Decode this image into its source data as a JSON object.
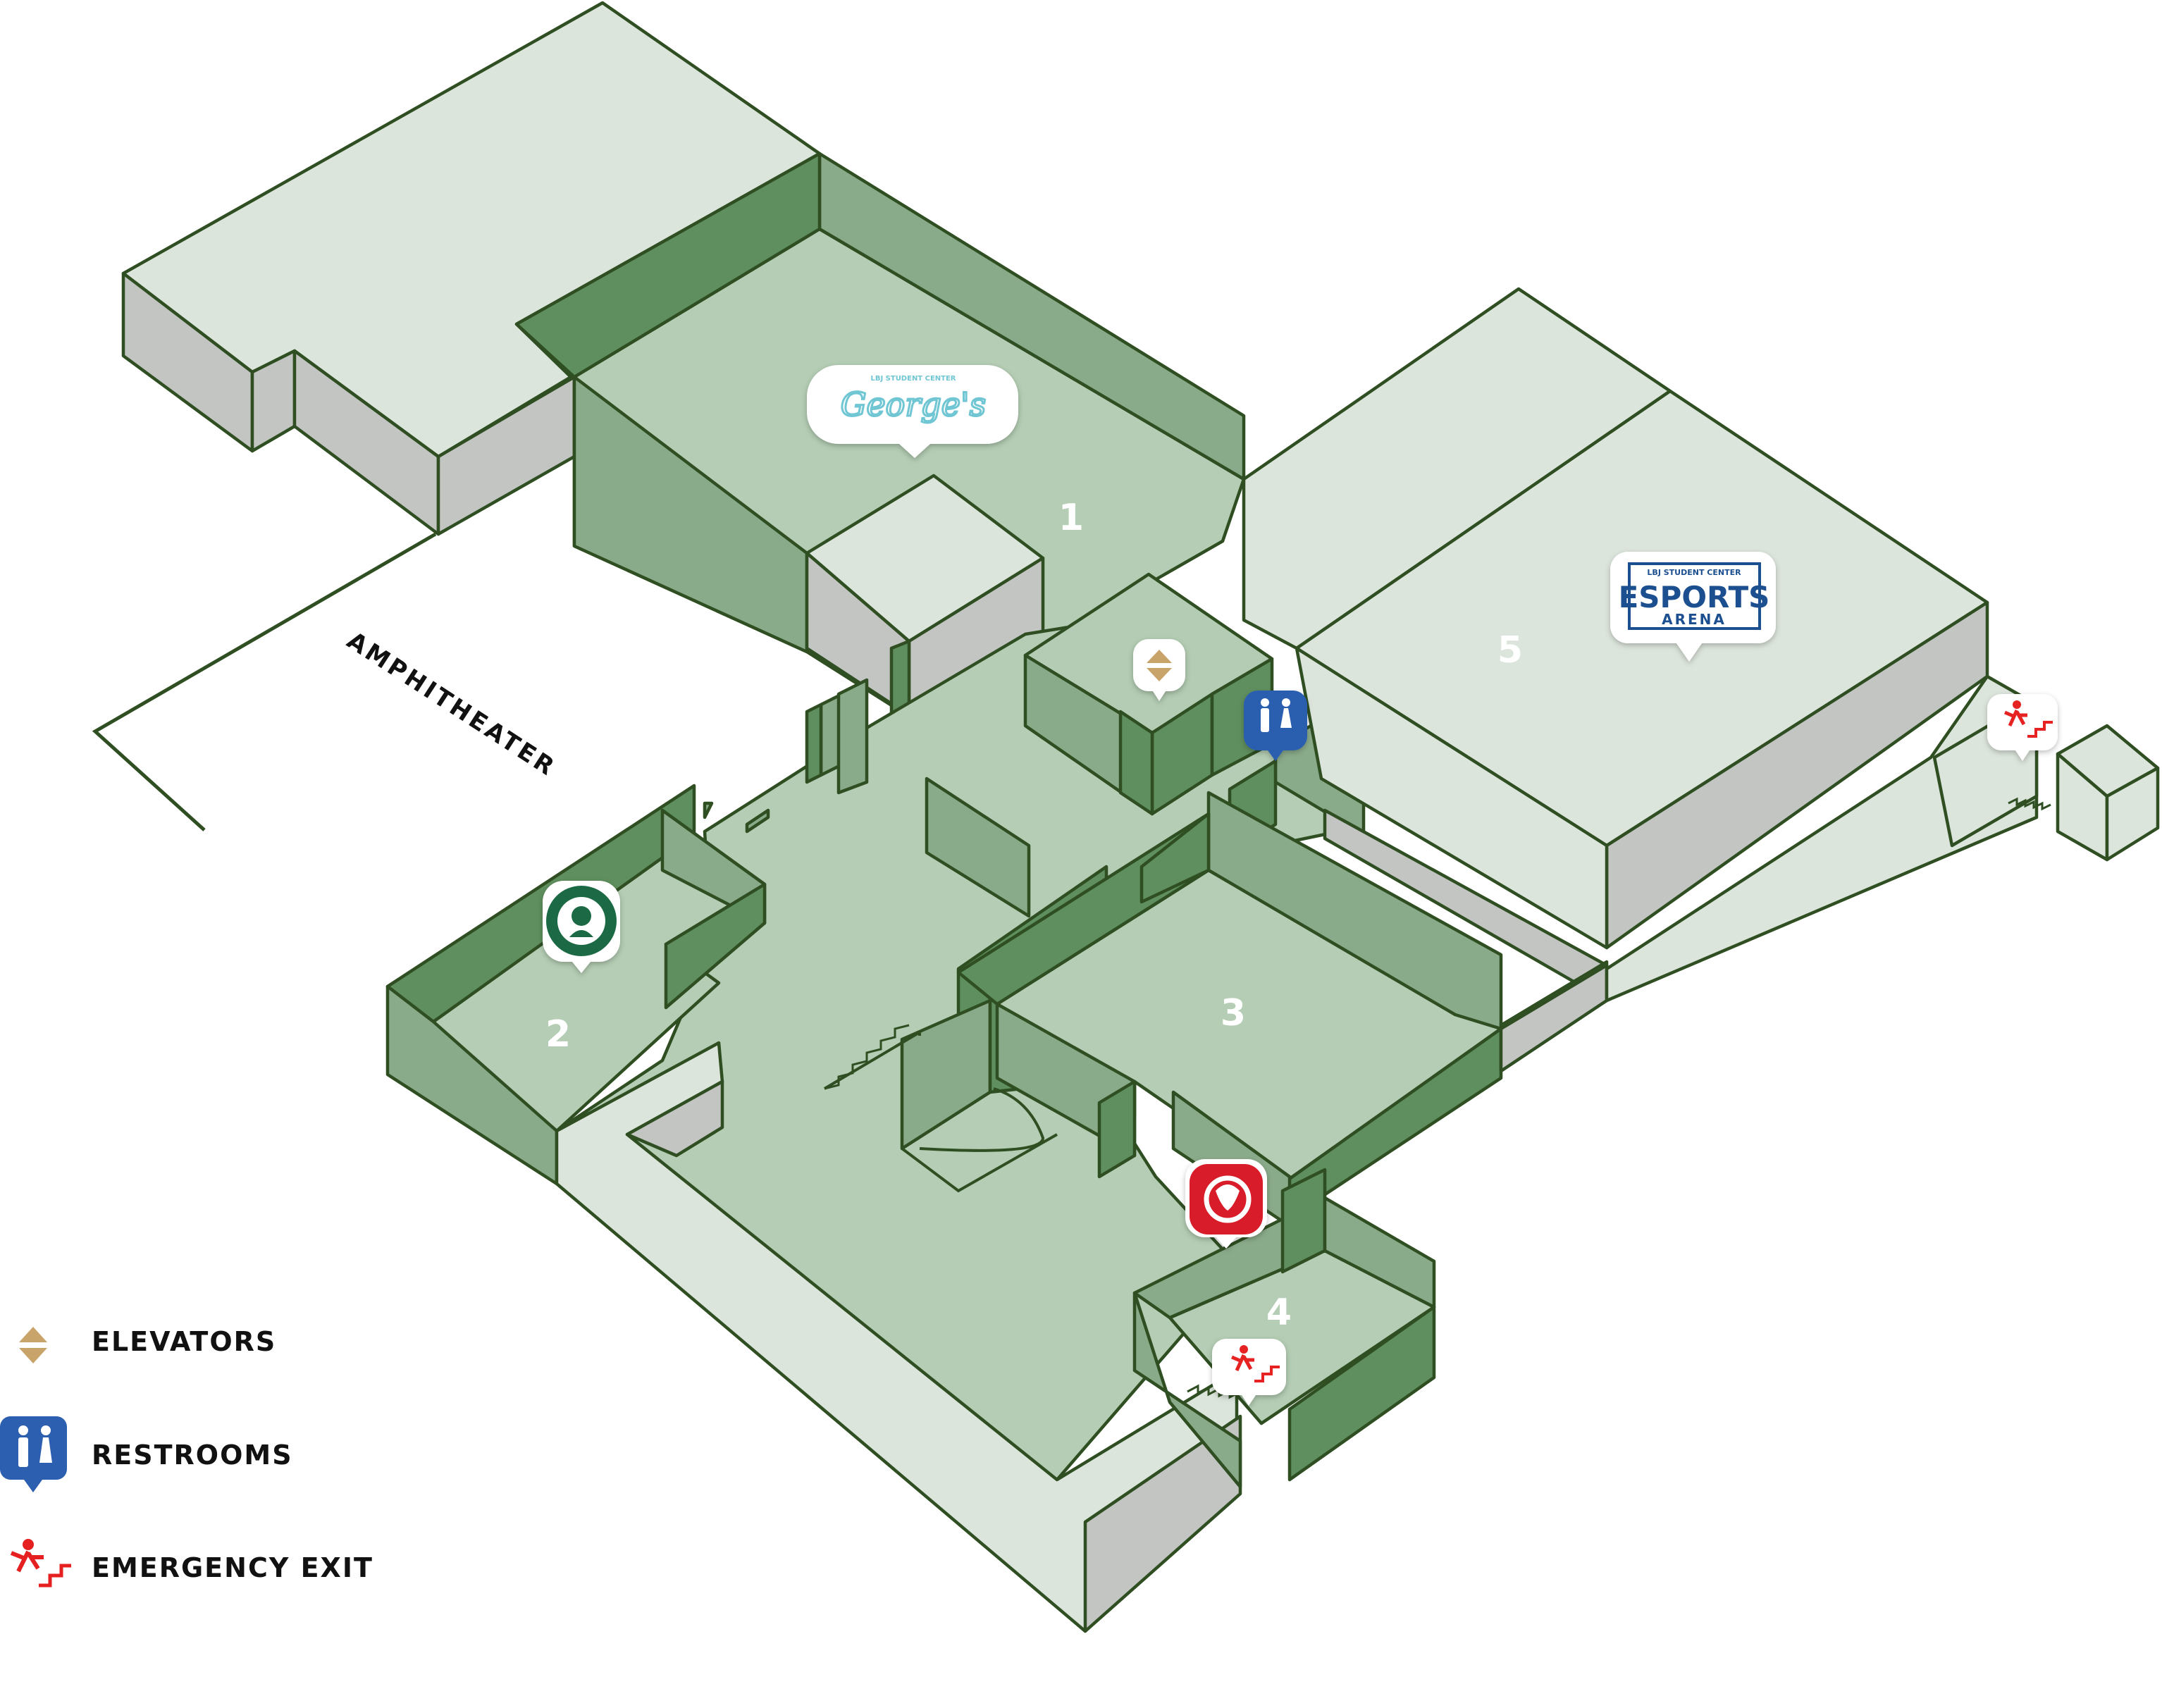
{
  "map": {
    "amphitheater_label": "AMPHITHEATER",
    "rooms": [
      {
        "id": "1",
        "label": "1"
      },
      {
        "id": "2",
        "label": "2"
      },
      {
        "id": "3",
        "label": "3"
      },
      {
        "id": "4",
        "label": "4"
      },
      {
        "id": "5",
        "label": "5"
      }
    ],
    "pins": {
      "georges": {
        "small_text": "LBJ STUDENT CENTER",
        "name": "George's",
        "color": "#6fc6d3"
      },
      "esports": {
        "small_text": "LBJ STUDENT CENTER",
        "name": "ESPORTS",
        "sub": "ARENA",
        "color": "#1f4f8f"
      },
      "starbucks": {
        "icon": "starbucks-logo",
        "color": "#1e6b45"
      },
      "chickfila": {
        "icon": "chickfila-logo",
        "color": "#d81e2b"
      },
      "elevator": {
        "icon": "elevator-icon",
        "color": "#c9a46a"
      },
      "restroom": {
        "icon": "restroom-icon",
        "color": "#2c5fb0"
      },
      "exit_room4": {
        "icon": "emergency-exit-icon",
        "color": "#e62020"
      },
      "exit_east": {
        "icon": "emergency-exit-icon",
        "color": "#e62020"
      }
    }
  },
  "legend": {
    "elevators": "ELEVATORS",
    "restrooms": "RESTROOMS",
    "emergency_exit": "EMERGENCY EXIT"
  }
}
